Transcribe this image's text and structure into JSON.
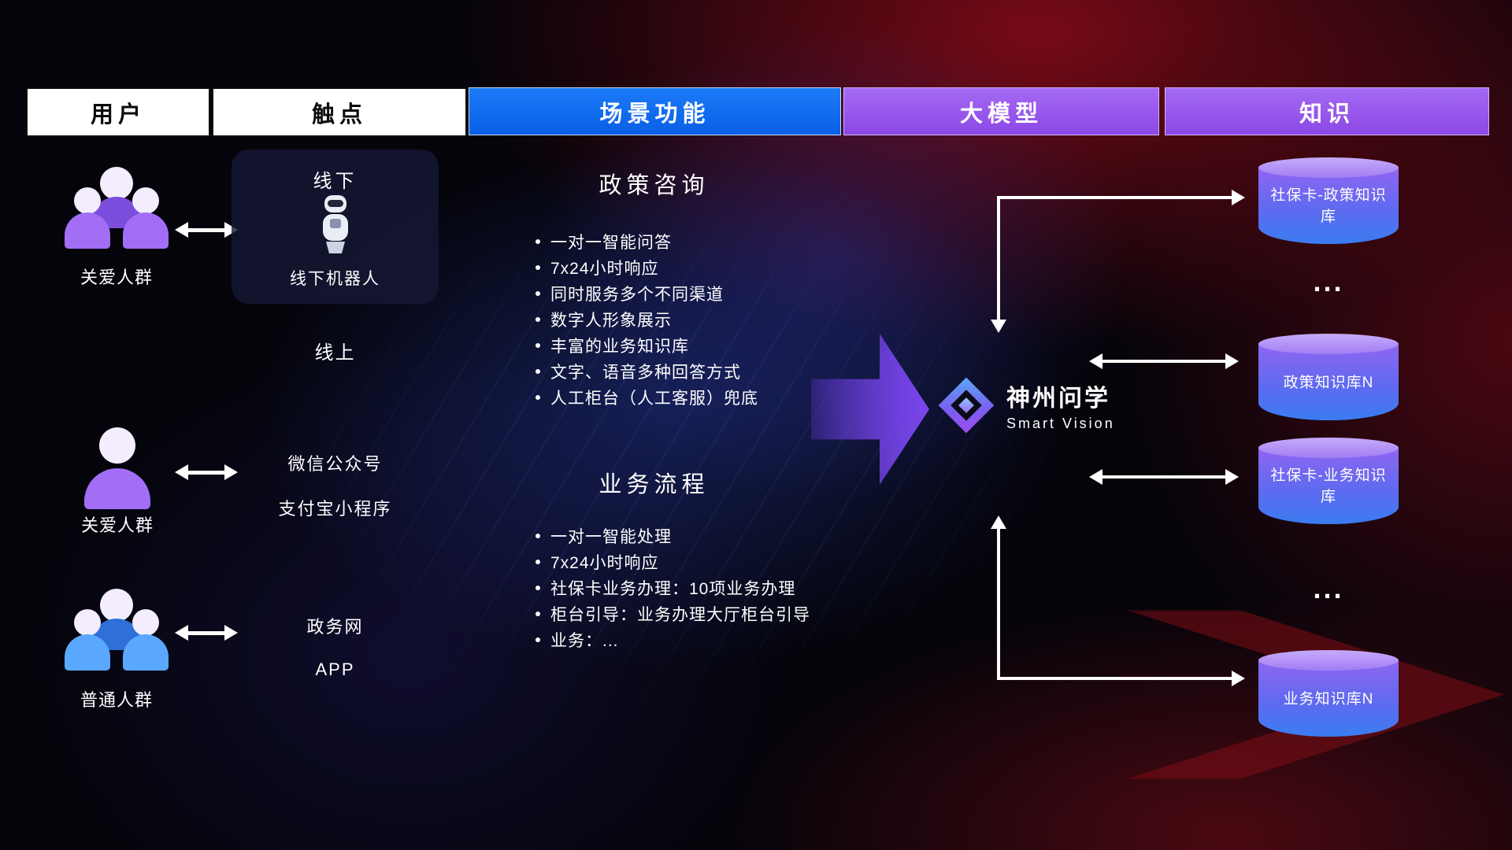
{
  "header": {
    "columns": [
      {
        "label": "用户"
      },
      {
        "label": "触点"
      },
      {
        "label": "场景功能"
      },
      {
        "label": "大模型"
      },
      {
        "label": "知识"
      }
    ]
  },
  "users": [
    {
      "label": "关爱人群",
      "icon": "group-people-icon",
      "color": "#a26ef6"
    },
    {
      "label": "关爱人群",
      "icon": "person-icon",
      "color": "#a26ef6"
    },
    {
      "label": "普通人群",
      "icon": "group-people-icon",
      "color": "#5aa7ff"
    }
  ],
  "touchpoints": {
    "offline_card": {
      "title": "线下",
      "caption": "线下机器人",
      "icon": "robot-icon"
    },
    "online_label": "线上",
    "channels": [
      "微信公众号",
      "支付宝小程序",
      "政务网",
      "APP"
    ]
  },
  "scenarios": [
    {
      "title": "政策咨询",
      "items": [
        "一对一智能问答",
        "7x24小时响应",
        "同时服务多个不同渠道",
        "数字人形象展示",
        "丰富的业务知识库",
        "文字、语音多种回答方式",
        "人工柜台（人工客服）兜底"
      ]
    },
    {
      "title": "业务流程",
      "items": [
        "一对一智能处理",
        "7x24小时响应",
        "社保卡业务办理：10项业务办理",
        "柜台引导：业务办理大厅柜台引导",
        "业务：..."
      ]
    }
  ],
  "model": {
    "name": "神州问学",
    "subtitle": "Smart Vision",
    "icon": "diamond-logo"
  },
  "knowledge": {
    "databases": [
      "社保卡-政策知识库",
      "政策知识库N",
      "社保卡-业务知识库",
      "业务知识库N"
    ],
    "more": "..."
  },
  "colors": {
    "scenario_header": "#0f6ef0",
    "model_header": "#9a58ee",
    "knowledge_header": "#9a58ee",
    "db_top": "#b493f7",
    "db_bottom": "#3a7cf0",
    "accent_purple": "#8a4af0",
    "background_red": "#8c0a18",
    "background_blue": "#2e46c3"
  }
}
